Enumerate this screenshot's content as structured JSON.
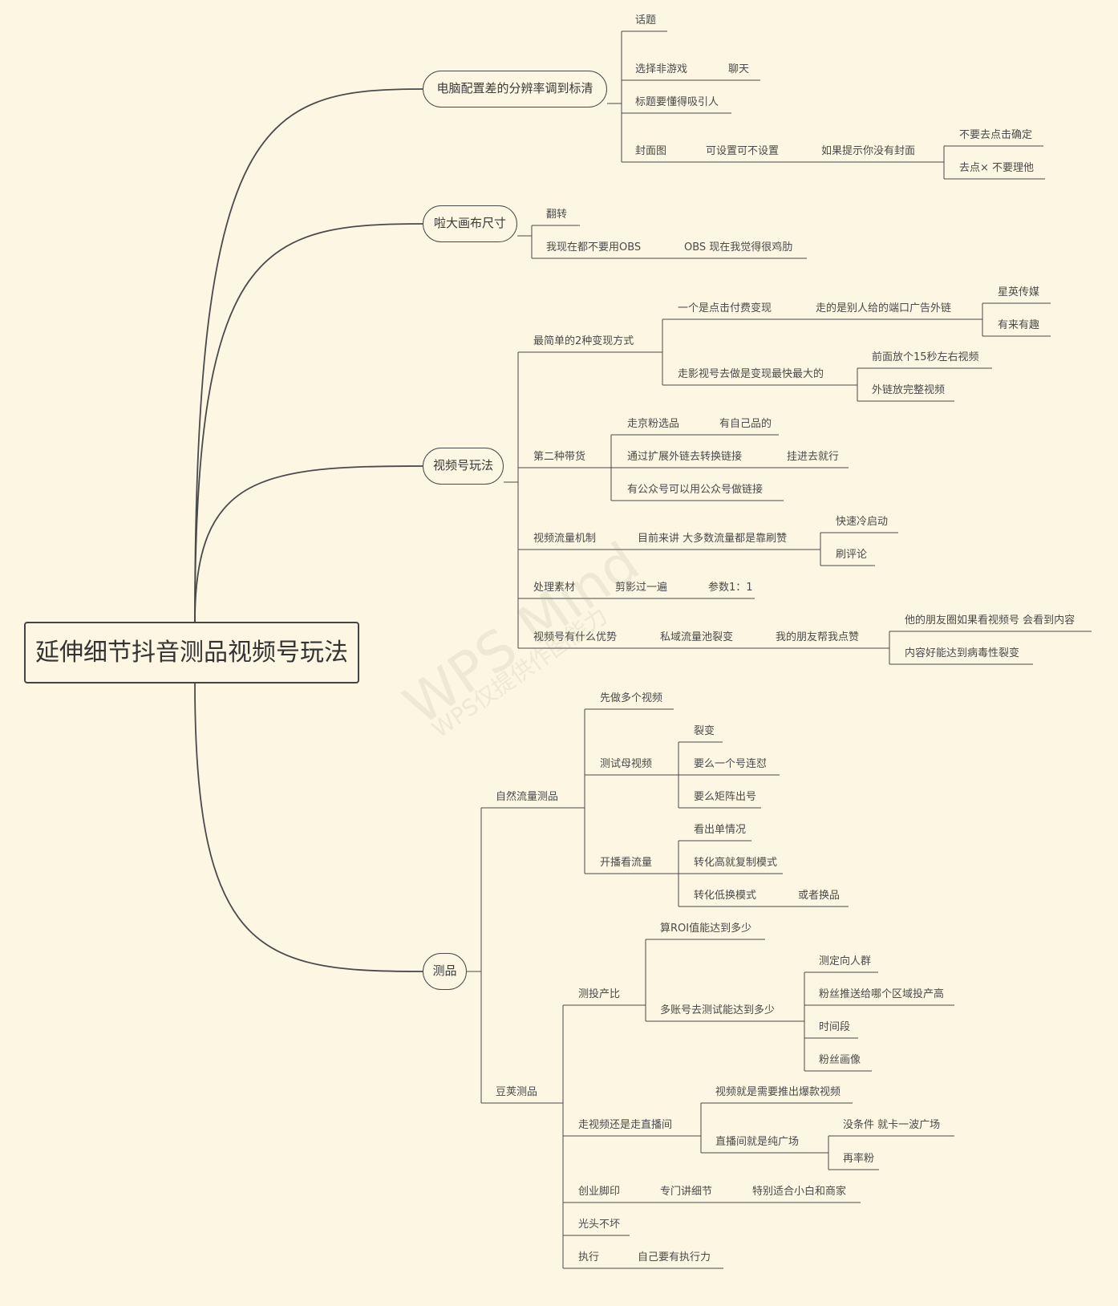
{
  "root": "延伸细节抖音测品视频号玩法",
  "watermark": {
    "brand": "WPS Mind",
    "note": "WPS仅提供作图能力"
  },
  "colors": {
    "background": "#fcf6e2",
    "line": "#4a4a4a"
  },
  "branches": [
    {
      "label": "电脑配置差的分辨率调到标清",
      "children": [
        {
          "label": "",
          "children": [
            {
              "label": "话题"
            }
          ]
        },
        {
          "label": "选择非游戏",
          "children": [
            {
              "label": "聊天"
            }
          ]
        },
        {
          "label": "标题要懂得吸引人"
        },
        {
          "label": "封面图",
          "children": [
            {
              "label": "可设置可不设置",
              "children": [
                {
                  "label": "如果提示你没有封面",
                  "children": [
                    {
                      "label": "不要去点击确定"
                    },
                    {
                      "label": "去点× 不要理他"
                    }
                  ]
                }
              ]
            }
          ]
        }
      ]
    },
    {
      "label": "啦大画布尺寸",
      "children": [
        {
          "label": "翻转"
        },
        {
          "label": "我现在都不要用OBS",
          "children": [
            {
              "label": "OBS 现在我觉得很鸡肋"
            }
          ]
        }
      ]
    },
    {
      "label": "视频号玩法",
      "children": [
        {
          "label": "最简单的2种变现方式",
          "children": [
            {
              "label": "一个是点击付费变现",
              "children": [
                {
                  "label": "走的是别人给的端口广告外链",
                  "children": [
                    {
                      "label": "星英传媒"
                    },
                    {
                      "label": "有来有趣"
                    }
                  ]
                }
              ]
            },
            {
              "label": "走影视号去做是变现最快最大的",
              "children": [
                {
                  "label": "前面放个15秒左右视频"
                },
                {
                  "label": "外链放完整视频"
                }
              ]
            }
          ]
        },
        {
          "label": "第二种带货",
          "children": [
            {
              "label": "走京粉选品",
              "children": [
                {
                  "label": "有自己品的"
                }
              ]
            },
            {
              "label": "通过扩展外链去转换链接",
              "children": [
                {
                  "label": "挂进去就行"
                }
              ]
            },
            {
              "label": "有公众号可以用公众号做链接"
            }
          ]
        },
        {
          "label": "视频流量机制",
          "children": [
            {
              "label": "目前来讲 大多数流量都是靠刷赞",
              "children": [
                {
                  "label": "快速冷启动"
                },
                {
                  "label": "刷评论"
                }
              ]
            }
          ]
        },
        {
          "label": "处理素材",
          "children": [
            {
              "label": "剪影过一遍",
              "children": [
                {
                  "label": "参数1：1"
                }
              ]
            }
          ]
        },
        {
          "label": "视频号有什么优势",
          "children": [
            {
              "label": "私域流量池裂变",
              "children": [
                {
                  "label": "我的朋友帮我点赞",
                  "children": [
                    {
                      "label": "他的朋友圈如果看视频号 会看到内容"
                    },
                    {
                      "label": "内容好能达到病毒性裂变"
                    }
                  ]
                }
              ]
            }
          ]
        }
      ]
    },
    {
      "label": "测品",
      "children": [
        {
          "label": "自然流量测品",
          "children": [
            {
              "label": "先做多个视频"
            },
            {
              "label": "测试母视频",
              "children": [
                {
                  "label": "裂变"
                },
                {
                  "label": "要么一个号连怼"
                },
                {
                  "label": "要么矩阵出号"
                }
              ]
            },
            {
              "label": "开播看流量",
              "children": [
                {
                  "label": "看出单情况"
                },
                {
                  "label": "转化高就复制模式"
                },
                {
                  "label": "转化低换模式",
                  "children": [
                    {
                      "label": "或者换品"
                    }
                  ]
                }
              ]
            }
          ]
        },
        {
          "label": "豆荚测品",
          "children": [
            {
              "label": "测投产比",
              "children": [
                {
                  "label": "算ROI值能达到多少"
                },
                {
                  "label": "多账号去测试能达到多少",
                  "children": [
                    {
                      "label": "测定向人群"
                    },
                    {
                      "label": "粉丝推送给哪个区域投产高"
                    },
                    {
                      "label": "时间段"
                    },
                    {
                      "label": "粉丝画像"
                    }
                  ]
                }
              ]
            },
            {
              "label": "走视频还是走直播间",
              "children": [
                {
                  "label": "视频就是需要推出爆款视频"
                },
                {
                  "label": "直播间就是纯广场",
                  "children": [
                    {
                      "label": "没条件 就卡一波广场"
                    },
                    {
                      "label": "再率粉"
                    }
                  ]
                }
              ]
            },
            {
              "label": "创业脚印",
              "children": [
                {
                  "label": "专门讲细节",
                  "children": [
                    {
                      "label": "特别适合小白和商家"
                    }
                  ]
                }
              ]
            },
            {
              "label": "光头不坏"
            },
            {
              "label": "执行",
              "children": [
                {
                  "label": "自己要有执行力"
                }
              ]
            }
          ]
        }
      ]
    }
  ]
}
